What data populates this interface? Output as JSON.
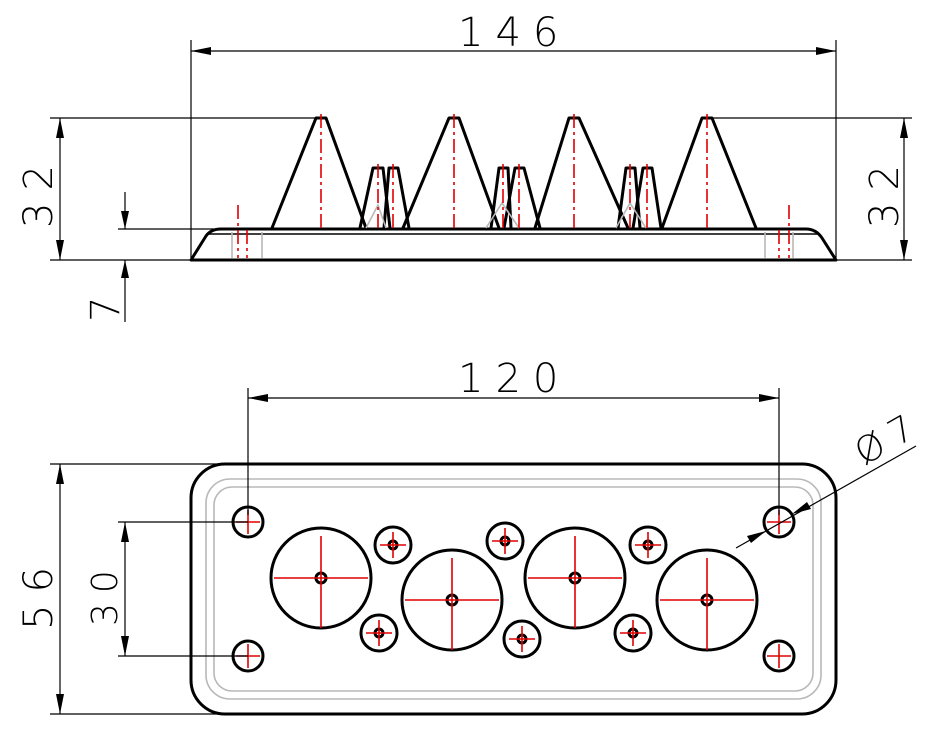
{
  "drawing": {
    "side_view": {
      "overall_length": "146",
      "height_left": "32",
      "height_right": "32",
      "base_thickness": "7"
    },
    "top_view": {
      "hole_spacing": "120",
      "overall_width": "56",
      "hole_pitch": "30",
      "hole_diameter": "Ø7"
    }
  },
  "colors": {
    "outline": "#000000",
    "centerline": "#e00000",
    "hidden": "#b8b8b8"
  }
}
